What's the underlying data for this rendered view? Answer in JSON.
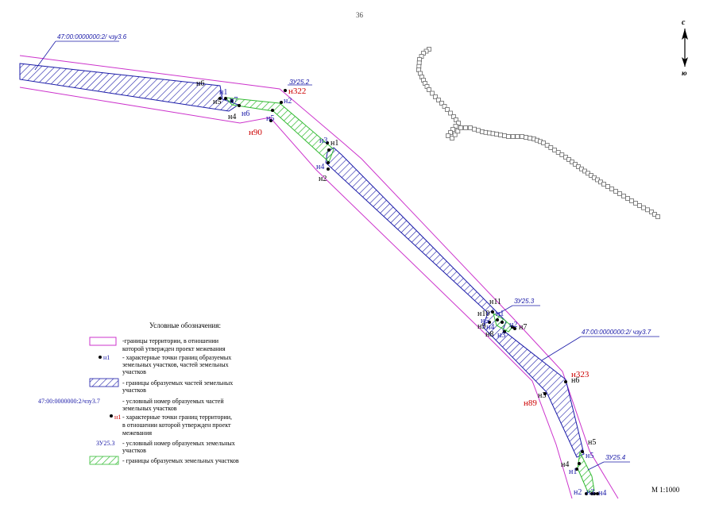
{
  "page_number": "36",
  "scale": "М 1:1000",
  "north_label": "с",
  "south_label": "ю",
  "zu_labels": {
    "zu25_2": "ЗУ25.2",
    "zu25_3": "ЗУ25.3",
    "zu25_4": "ЗУ25.4"
  },
  "cadastral_labels": {
    "part_36": "47:00:0000000:2/ чзу3.6",
    "part_37": "47:00:0000000:2/ чзу3.7"
  },
  "territory_points": {
    "n322": "н322",
    "n90": "н90",
    "n323": "н323",
    "n89": "н89"
  },
  "points": {
    "p_n6_a": "н6",
    "p_n1_a": "н1",
    "p_n5_a": "н5",
    "p_n7_a": "н7",
    "p_n4_a": "н4",
    "p_n6_b": "н6",
    "p_n2_a": "н2",
    "p_n5_b": "н5",
    "p_n3_a": "н3",
    "p_n1_b": "н1",
    "p_n4_b": "н4",
    "p_n2_b": "н2",
    "p_n11": "н11",
    "p_n10": "н10",
    "p_n1_c": "н1",
    "p_n5_c": "н5",
    "p_n9": "н9",
    "p_n4_c": "н4",
    "p_n2_c": "н2",
    "p_n7_c": "н7",
    "p_n8": "н8",
    "p_n3_c": "н3",
    "p_n6_c": "н6",
    "p_n3_d": "н3",
    "p_n5_d": "н5",
    "p_n5_e": "н5",
    "p_n4_d": "н4",
    "p_n1_d": "н1",
    "p_n2_d": "н2",
    "p_n3_e": "н3",
    "p_n4_e": "н4"
  },
  "legend": {
    "title": "Условные обозначения:",
    "item1_line1": "-границы территории, в отношении",
    "item1_line2": "которой утвержден проект межевания",
    "item2_sample": "н1",
    "item2_line1": "- характерные точки границ  образуемых",
    "item2_line2": "земельных участков, частей земельных",
    "item2_line3": "участков",
    "item3_line1": "- границы образуемых частей земельных",
    "item3_line2": "участков",
    "item4_sample": "47:00:0000000:2/чзу3.7",
    "item4_line1": "- условный номер образуемых частей",
    "item4_line2": "земельных участков",
    "item5_sample": "н1",
    "item5_line1": "-  характерные точки границ территории,",
    "item5_line2": "в отношении которой утвержден проект",
    "item5_line3": "межевания",
    "item6_sample": "ЗУ25.3",
    "item6_line1": "- условный номер образуемых земельных",
    "item6_line2": "участков",
    "item7_line1": "- границы образуемых земельных участков"
  },
  "colors": {
    "territory_boundary": "#cc33cc",
    "part_hatch": "#1a1aa8",
    "plot_hatch": "#33bb33",
    "territory_point_text": "#cc0000",
    "cadastral_label": "#1a1aa8"
  }
}
